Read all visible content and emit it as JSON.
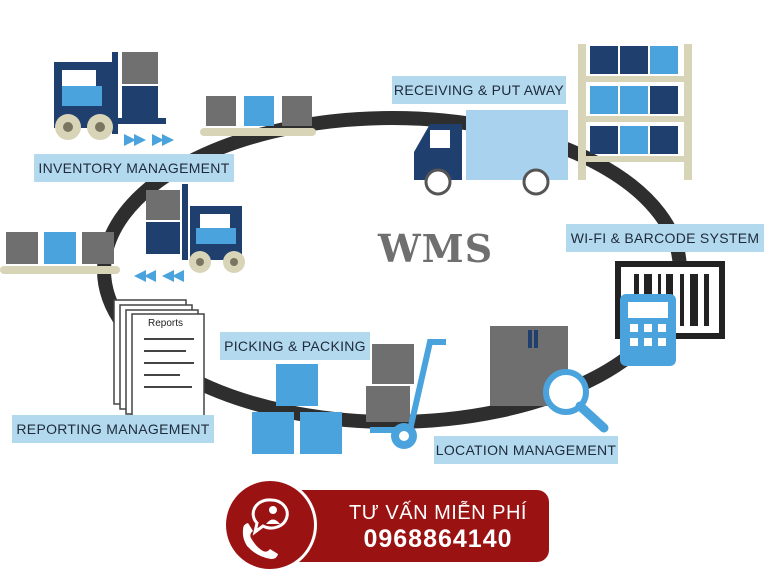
{
  "center_label": "WMS",
  "labels": {
    "receiving": "RECEIVING & PUT AWAY",
    "inventory": "INVENTORY MANAGEMENT",
    "wifi": "WI-FI & BARCODE SYSTEM",
    "picking": "PICKING & PACKING",
    "reporting": "REPORTING MANAGEMENT",
    "location": "LOCATION MANAGEMENT"
  },
  "reports_doc_title": "Reports",
  "cta": {
    "line1": "TƯ VẤN MIỄN PHÍ",
    "phone": "0968864140"
  },
  "colors": {
    "ring": "#2e2e2e",
    "navy": "#1f3f6e",
    "sky": "#4aa3dc",
    "label_bg": "#b3d9ef",
    "cta_red": "#9b1212"
  }
}
